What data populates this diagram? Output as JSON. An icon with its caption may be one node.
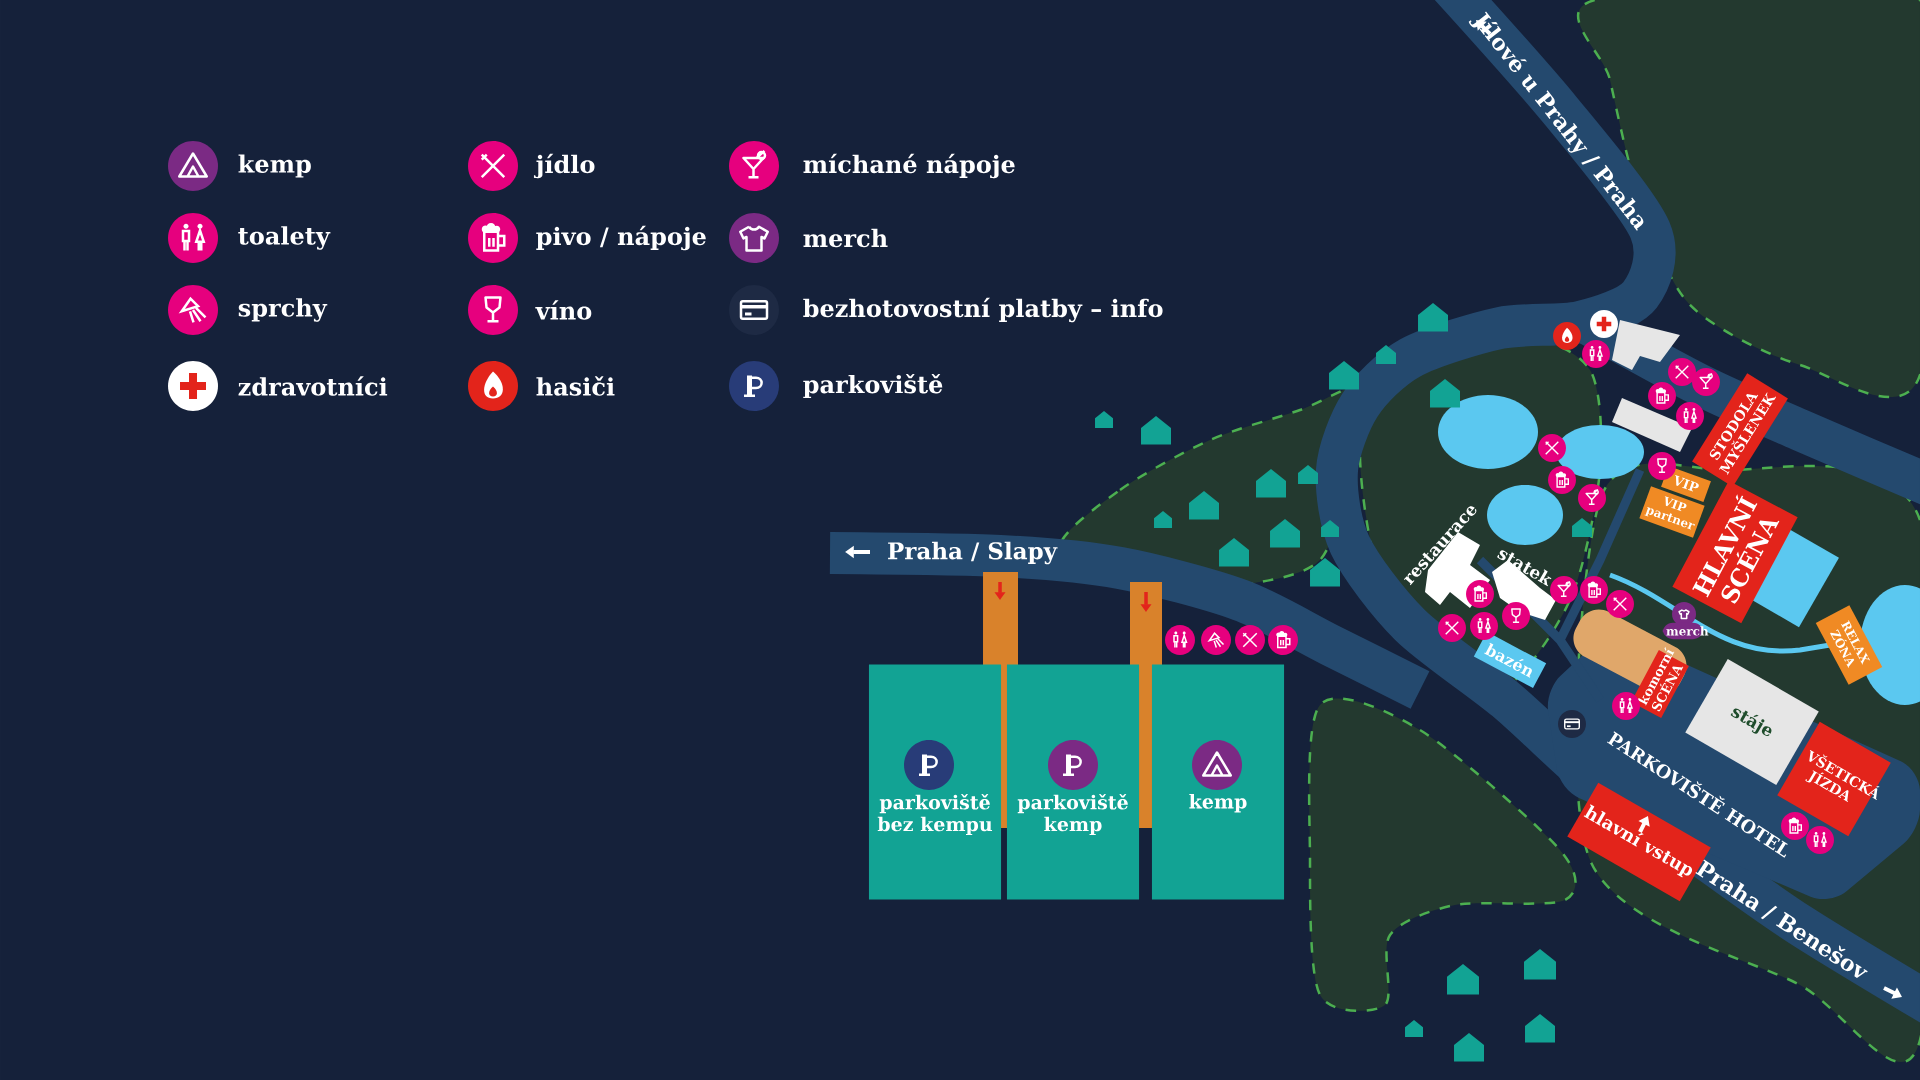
{
  "diagram": {
    "nodes": [
      {
        "text": [
          "parkoviště bez kempu"
        ]
      },
      {
        "text": [
          "parkoviště kemp"
        ]
      },
      {
        "text": [
          "kemp"
        ]
      },
      {
        "text": [
          "STODOLA MYŠLENEK"
        ]
      },
      {
        "text": [
          "VIP"
        ]
      },
      {
        "text": [
          "VIP partner"
        ]
      },
      {
        "text": [
          "HLAVNÍ SCÉNA"
        ]
      },
      {
        "text": [
          "merch"
        ]
      },
      {
        "text": [
          "RELAX ZÓNA"
        ]
      },
      {
        "text": [
          "bazén"
        ]
      },
      {
        "text": [
          "komorní SCÉNA"
        ]
      },
      {
        "text": [
          "stáje"
        ]
      },
      {
        "text": [
          "VŠETICKÁ JÍZDA"
        ]
      },
      {
        "text": [
          "hlavní vstup"
        ]
      }
    ],
    "labels": [
      "Jílové u Prahy / Praha",
      "Praha / Slapy",
      "restaurace",
      "statek",
      "PARKOVIŠTĚ HOTEL",
      "Praha / Benešov"
    ],
    "legend": [
      {
        "text": "kemp"
      },
      {
        "text": "jídlo"
      },
      {
        "text": "míchané nápoje"
      },
      {
        "text": "toalety"
      },
      {
        "text": "pivo / nápoje"
      },
      {
        "text": "merch"
      },
      {
        "text": "sprchy"
      },
      {
        "text": "víno"
      },
      {
        "text": "bezhotovostní platby – info"
      },
      {
        "text": "zdravotníci"
      },
      {
        "text": "hasiči"
      },
      {
        "text": "parkoviště"
      }
    ]
  }
}
